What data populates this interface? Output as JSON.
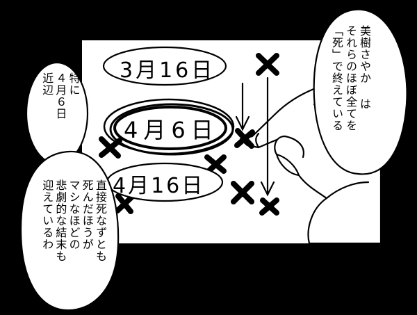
{
  "panel": {
    "dates": [
      {
        "label": "3月16日",
        "state": "crossed-out"
      },
      {
        "label": "4月6日",
        "state": "circled"
      },
      {
        "label": "4月16日",
        "state": "crossed-out"
      }
    ]
  },
  "bubbles": {
    "top_right": "美樹さやか は\nそれらのほぼ全てを\n「死」で終えている",
    "left_small": "特に\n４月６日\n近辺",
    "bottom_left": "直接死なずとも\n死んだほうが\nマシなほどの\n悲劇的な結末も\n迎えているわ"
  },
  "colors": {
    "background": "#000000",
    "panel": "#ffffff",
    "ink": "#000000"
  }
}
